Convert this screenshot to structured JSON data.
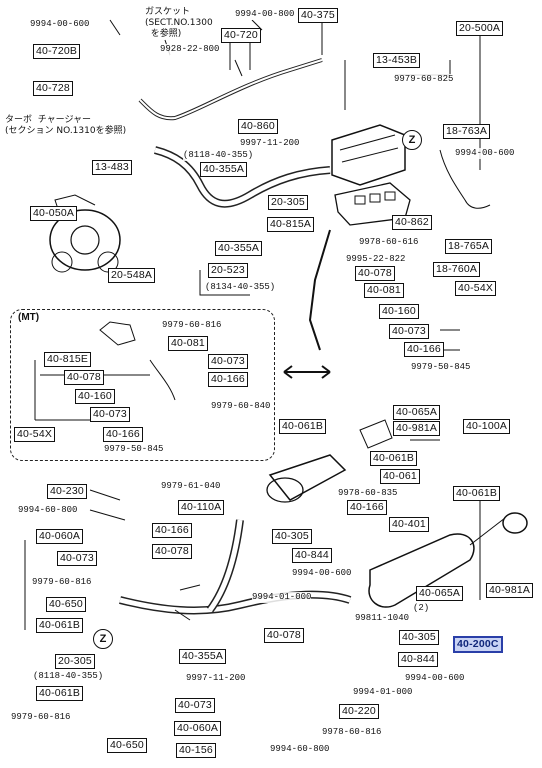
{
  "labels": [
    {
      "id": "p-40-375",
      "text": "40-375"
    },
    {
      "id": "p-20-500a",
      "text": "20-500A"
    },
    {
      "id": "p-40-720",
      "text": "40-720"
    },
    {
      "id": "p-40-720b",
      "text": "40-720B"
    },
    {
      "id": "p-13-453b",
      "text": "13-453B"
    },
    {
      "id": "p-40-728",
      "text": "40-728"
    },
    {
      "id": "p-40-860",
      "text": "40-860"
    },
    {
      "id": "p-18-763a",
      "text": "18-763A"
    },
    {
      "id": "p-40-355a-top",
      "text": "40-355A"
    },
    {
      "id": "p-13-483",
      "text": "13-483"
    },
    {
      "id": "p-20-305-top",
      "text": "20-305"
    },
    {
      "id": "p-40-815a",
      "text": "40-815A"
    },
    {
      "id": "p-40-862",
      "text": "40-862"
    },
    {
      "id": "p-40-050a",
      "text": "40-050A"
    },
    {
      "id": "p-18-765a",
      "text": "18-765A"
    },
    {
      "id": "p-40-355a-mid",
      "text": "40-355A"
    },
    {
      "id": "p-20-548a",
      "text": "20-548A"
    },
    {
      "id": "p-20-523",
      "text": "20-523"
    },
    {
      "id": "p-40-078-r",
      "text": "40-078"
    },
    {
      "id": "p-18-760a",
      "text": "18-760A"
    },
    {
      "id": "p-40-081-r",
      "text": "40-081"
    },
    {
      "id": "p-40-54x-r",
      "text": "40-54X"
    },
    {
      "id": "p-40-160-r",
      "text": "40-160"
    },
    {
      "id": "p-40-073-r",
      "text": "40-073"
    },
    {
      "id": "p-40-166-r",
      "text": "40-166"
    },
    {
      "id": "p-40-081-mt",
      "text": "40-081"
    },
    {
      "id": "p-40-815e",
      "text": "40-815E"
    },
    {
      "id": "p-40-073-mt1",
      "text": "40-073"
    },
    {
      "id": "p-40-078-mt",
      "text": "40-078"
    },
    {
      "id": "p-40-166-mt1",
      "text": "40-166"
    },
    {
      "id": "p-40-160-mt",
      "text": "40-160"
    },
    {
      "id": "p-40-073-mt2",
      "text": "40-073"
    },
    {
      "id": "p-40-54x-mt",
      "text": "40-54X"
    },
    {
      "id": "p-40-166-mt2",
      "text": "40-166"
    },
    {
      "id": "p-40-061b-top",
      "text": "40-061B"
    },
    {
      "id": "p-40-065a-top",
      "text": "40-065A"
    },
    {
      "id": "p-40-981a-top",
      "text": "40-981A"
    },
    {
      "id": "p-40-100a",
      "text": "40-100A"
    },
    {
      "id": "p-40-061b-mid",
      "text": "40-061B"
    },
    {
      "id": "p-40-061",
      "text": "40-061"
    },
    {
      "id": "p-40-230",
      "text": "40-230"
    },
    {
      "id": "p-40-061b-r",
      "text": "40-061B"
    },
    {
      "id": "p-40-110a",
      "text": "40-110A"
    },
    {
      "id": "p-40-166-b",
      "text": "40-166"
    },
    {
      "id": "p-40-060a-l",
      "text": "40-060A"
    },
    {
      "id": "p-40-166-l",
      "text": "40-166"
    },
    {
      "id": "p-40-401",
      "text": "40-401"
    },
    {
      "id": "p-40-305-mid",
      "text": "40-305"
    },
    {
      "id": "p-40-073-l",
      "text": "40-073"
    },
    {
      "id": "p-40-078-l",
      "text": "40-078"
    },
    {
      "id": "p-40-844-mid",
      "text": "40-844"
    },
    {
      "id": "p-40-065a-b",
      "text": "40-065A"
    },
    {
      "id": "p-40-981a-b",
      "text": "40-981A"
    },
    {
      "id": "p-40-650-l",
      "text": "40-650"
    },
    {
      "id": "p-40-061b-l",
      "text": "40-061B"
    },
    {
      "id": "p-40-078-b",
      "text": "40-078"
    },
    {
      "id": "p-40-305-b",
      "text": "40-305"
    },
    {
      "id": "p-40-200c",
      "text": "40-200C"
    },
    {
      "id": "p-20-305-b",
      "text": "20-305"
    },
    {
      "id": "p-40-355a-b",
      "text": "40-355A"
    },
    {
      "id": "p-40-844-b",
      "text": "40-844"
    },
    {
      "id": "p-40-061b-bl",
      "text": "40-061B"
    },
    {
      "id": "p-40-073-b",
      "text": "40-073"
    },
    {
      "id": "p-40-220",
      "text": "40-220"
    },
    {
      "id": "p-40-060a-b",
      "text": "40-060A"
    },
    {
      "id": "p-40-650-b",
      "text": "40-650"
    },
    {
      "id": "p-40-156",
      "text": "40-156"
    }
  ],
  "texts": [
    {
      "id": "t-9994-00-600-tl",
      "text": "9994-00-600"
    },
    {
      "id": "t-9994-00-800-top",
      "text": "9994-00-800"
    },
    {
      "id": "t-9928-22-800",
      "text": "9928-22-800"
    },
    {
      "id": "t-9979-60-825",
      "text": "9979-60-825"
    },
    {
      "id": "t-9997-11-200-top",
      "text": "9997-11-200"
    },
    {
      "id": "t-8118-40-355-top",
      "text": "(8118-40-355)"
    },
    {
      "id": "t-9994-00-600-r",
      "text": "9994-00-600"
    },
    {
      "id": "t-9978-60-616",
      "text": "9978-60-616"
    },
    {
      "id": "t-9995-22-822",
      "text": "9995-22-822"
    },
    {
      "id": "t-8134-40-355",
      "text": "(8134-40-355)"
    },
    {
      "id": "t-9979-50-845-r",
      "text": "9979-50-845"
    },
    {
      "id": "t-9979-60-816-mt",
      "text": "9979-60-816"
    },
    {
      "id": "t-9979-60-840",
      "text": "9979-60-840"
    },
    {
      "id": "t-9979-50-845-mt",
      "text": "9979-50-845"
    },
    {
      "id": "t-9979-61-040",
      "text": "9979-61-040"
    },
    {
      "id": "t-9978-60-835",
      "text": "9978-60-835"
    },
    {
      "id": "t-9994-60-800",
      "text": "9994-60-800"
    },
    {
      "id": "t-9979-60-816-l",
      "text": "9979-60-816"
    },
    {
      "id": "t-9994-00-600-mid",
      "text": "9994-00-600"
    },
    {
      "id": "t-9994-01-000-mid",
      "text": "9994-01-000"
    },
    {
      "id": "t-9981-1040",
      "text": "99811-1040"
    },
    {
      "id": "t-2",
      "text": "(2)"
    },
    {
      "id": "t-9994-00-600-b",
      "text": "9994-00-600"
    },
    {
      "id": "t-8118-40-355-b",
      "text": "(8118-40-355)"
    },
    {
      "id": "t-9997-11-200-b",
      "text": "9997-11-200"
    },
    {
      "id": "t-9994-01-000-b",
      "text": "9994-01-000"
    },
    {
      "id": "t-9979-60-816-b",
      "text": "9979-60-816"
    },
    {
      "id": "t-9978-60-816",
      "text": "9978-60-816"
    },
    {
      "id": "t-9994-60-800-b",
      "text": "9994-60-800"
    }
  ],
  "notes": {
    "gasket": "ガスケット\n(SECT.NO.1300\n  を参照)",
    "turbo": "ターボ  チャージャー\n(セクション NO.1310を参照)",
    "mt_title": "(MT)",
    "z_mark": "Z"
  }
}
